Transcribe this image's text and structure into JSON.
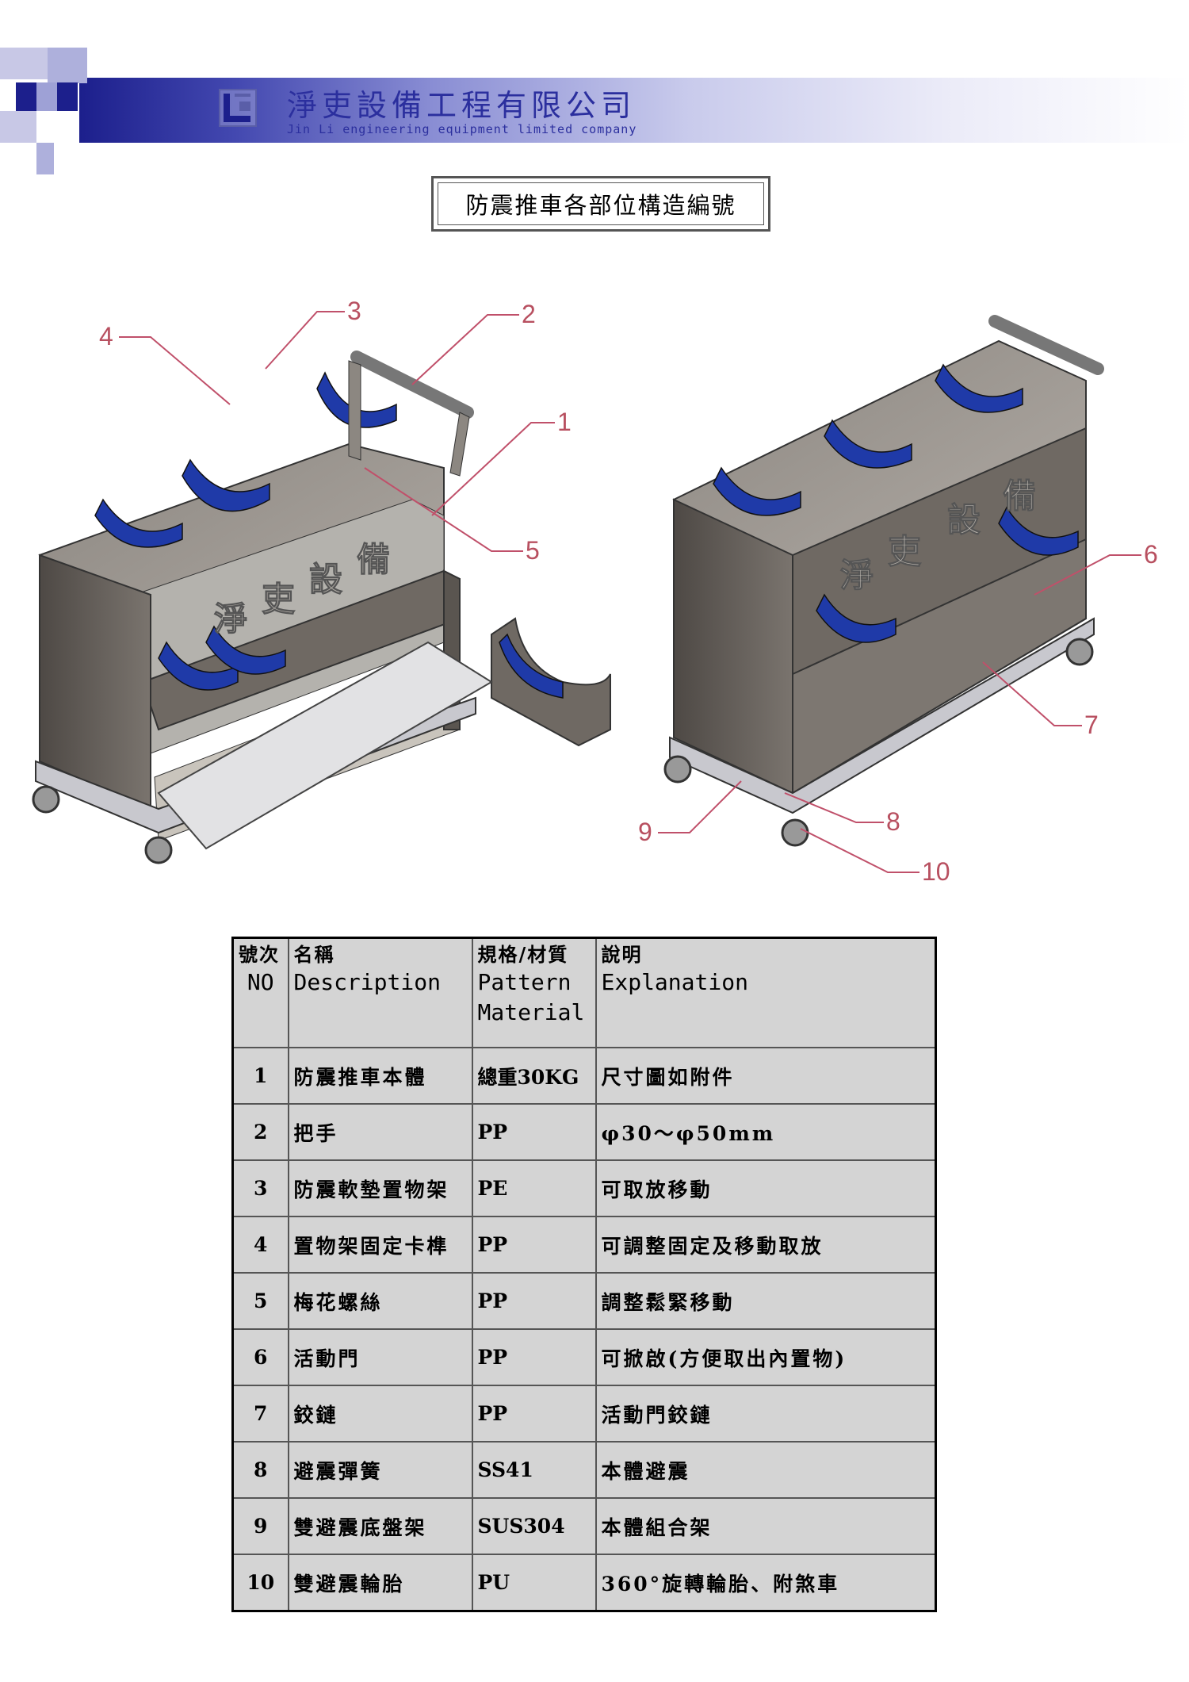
{
  "header": {
    "company_cn": "淨吏設備工程有限公司",
    "company_en": "Jin Li engineering equipment limited company",
    "colors": {
      "brand_blue": "#1c1f8c",
      "text_blue": "#2b2f9e"
    }
  },
  "title": "防震推車各部位構造編號",
  "diagram": {
    "callouts": [
      "1",
      "2",
      "3",
      "4",
      "5",
      "6",
      "7",
      "8",
      "9",
      "10"
    ],
    "cart_lettering": [
      "淨",
      "吏",
      "設",
      "備"
    ],
    "colors": {
      "cart_body": "#6b6560",
      "cradle": "#1f3aa8",
      "callout_line": "#c0506a"
    }
  },
  "table": {
    "headers": [
      {
        "cn": "號次",
        "en": "NO"
      },
      {
        "cn": "名稱",
        "en": "Description"
      },
      {
        "cn": "規格/材質",
        "en": "Pattern Material"
      },
      {
        "cn": "說明",
        "en": "Explanation"
      }
    ],
    "rows": [
      {
        "no": "1",
        "name": "防震推車本體",
        "material": "總重30KG",
        "explanation": "尺寸圖如附件"
      },
      {
        "no": "2",
        "name": "把手",
        "material": "PP",
        "explanation": "φ30～φ50mm"
      },
      {
        "no": "3",
        "name": "防震軟墊置物架",
        "material": "PE",
        "explanation": "可取放移動"
      },
      {
        "no": "4",
        "name": "置物架固定卡榫",
        "material": "PP",
        "explanation": "可調整固定及移動取放"
      },
      {
        "no": "5",
        "name": "梅花螺絲",
        "material": "PP",
        "explanation": "調整鬆緊移動"
      },
      {
        "no": "6",
        "name": "活動門",
        "material": "PP",
        "explanation": "可掀啟(方便取出內置物)"
      },
      {
        "no": "7",
        "name": "鉸鏈",
        "material": "PP",
        "explanation": "活動門鉸鏈"
      },
      {
        "no": "8",
        "name": "避震彈簧",
        "material": "SS41",
        "explanation": "本體避震"
      },
      {
        "no": "9",
        "name": "雙避震底盤架",
        "material": "SUS304",
        "explanation": "本體組合架"
      },
      {
        "no": "10",
        "name": "雙避震輪胎",
        "material": "PU",
        "explanation": "360°旋轉輪胎、附煞車"
      }
    ]
  }
}
